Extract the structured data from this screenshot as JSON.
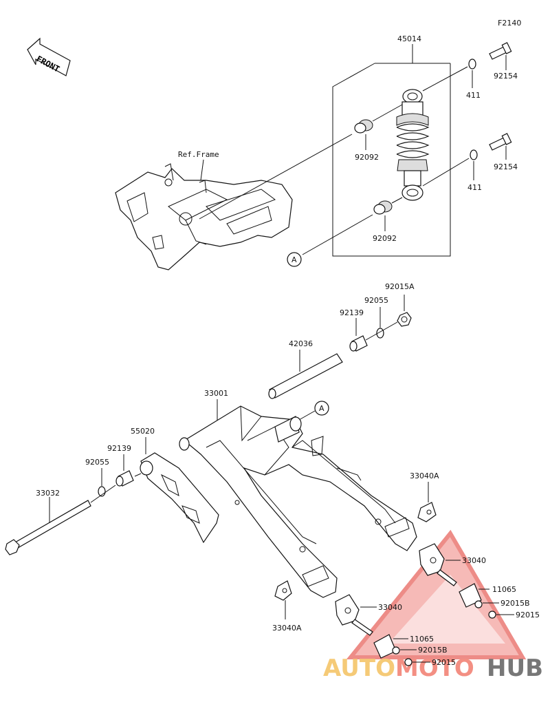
{
  "diagram_code": "F2140",
  "front_label": "FRONT",
  "ref_frame_label": "Ref.Frame",
  "callout_marker": "A",
  "watermark": {
    "word_a": "AUTO",
    "word_b": "MOTO",
    "word_c": "HUB",
    "color_a": "#f2b94a",
    "color_b": "#f06a5a",
    "color_c": "#4a4a4a"
  },
  "parts": {
    "p45014": "45014",
    "p92154_top": "92154",
    "p411_top": "411",
    "p92092_top": "92092",
    "p92154_bottom": "92154",
    "p411_bottom": "411",
    "p92092_bottom": "92092",
    "p92015A": "92015A",
    "p92055_right": "92055",
    "p92139_right": "92139",
    "p42036": "42036",
    "p33001": "33001",
    "p55020": "55020",
    "p92139_left": "92139",
    "p92055_left": "92055",
    "p33032": "33032",
    "p33040A_right": "33040A",
    "p33040_right": "33040",
    "p11065_right": "11065",
    "p92015B_right": "92015B",
    "p92015_right": "92015",
    "p33040_left": "33040",
    "p33040A_left": "33040A",
    "p11065_left": "11065",
    "p92015B_left": "92015B",
    "p92015_left": "92015"
  }
}
